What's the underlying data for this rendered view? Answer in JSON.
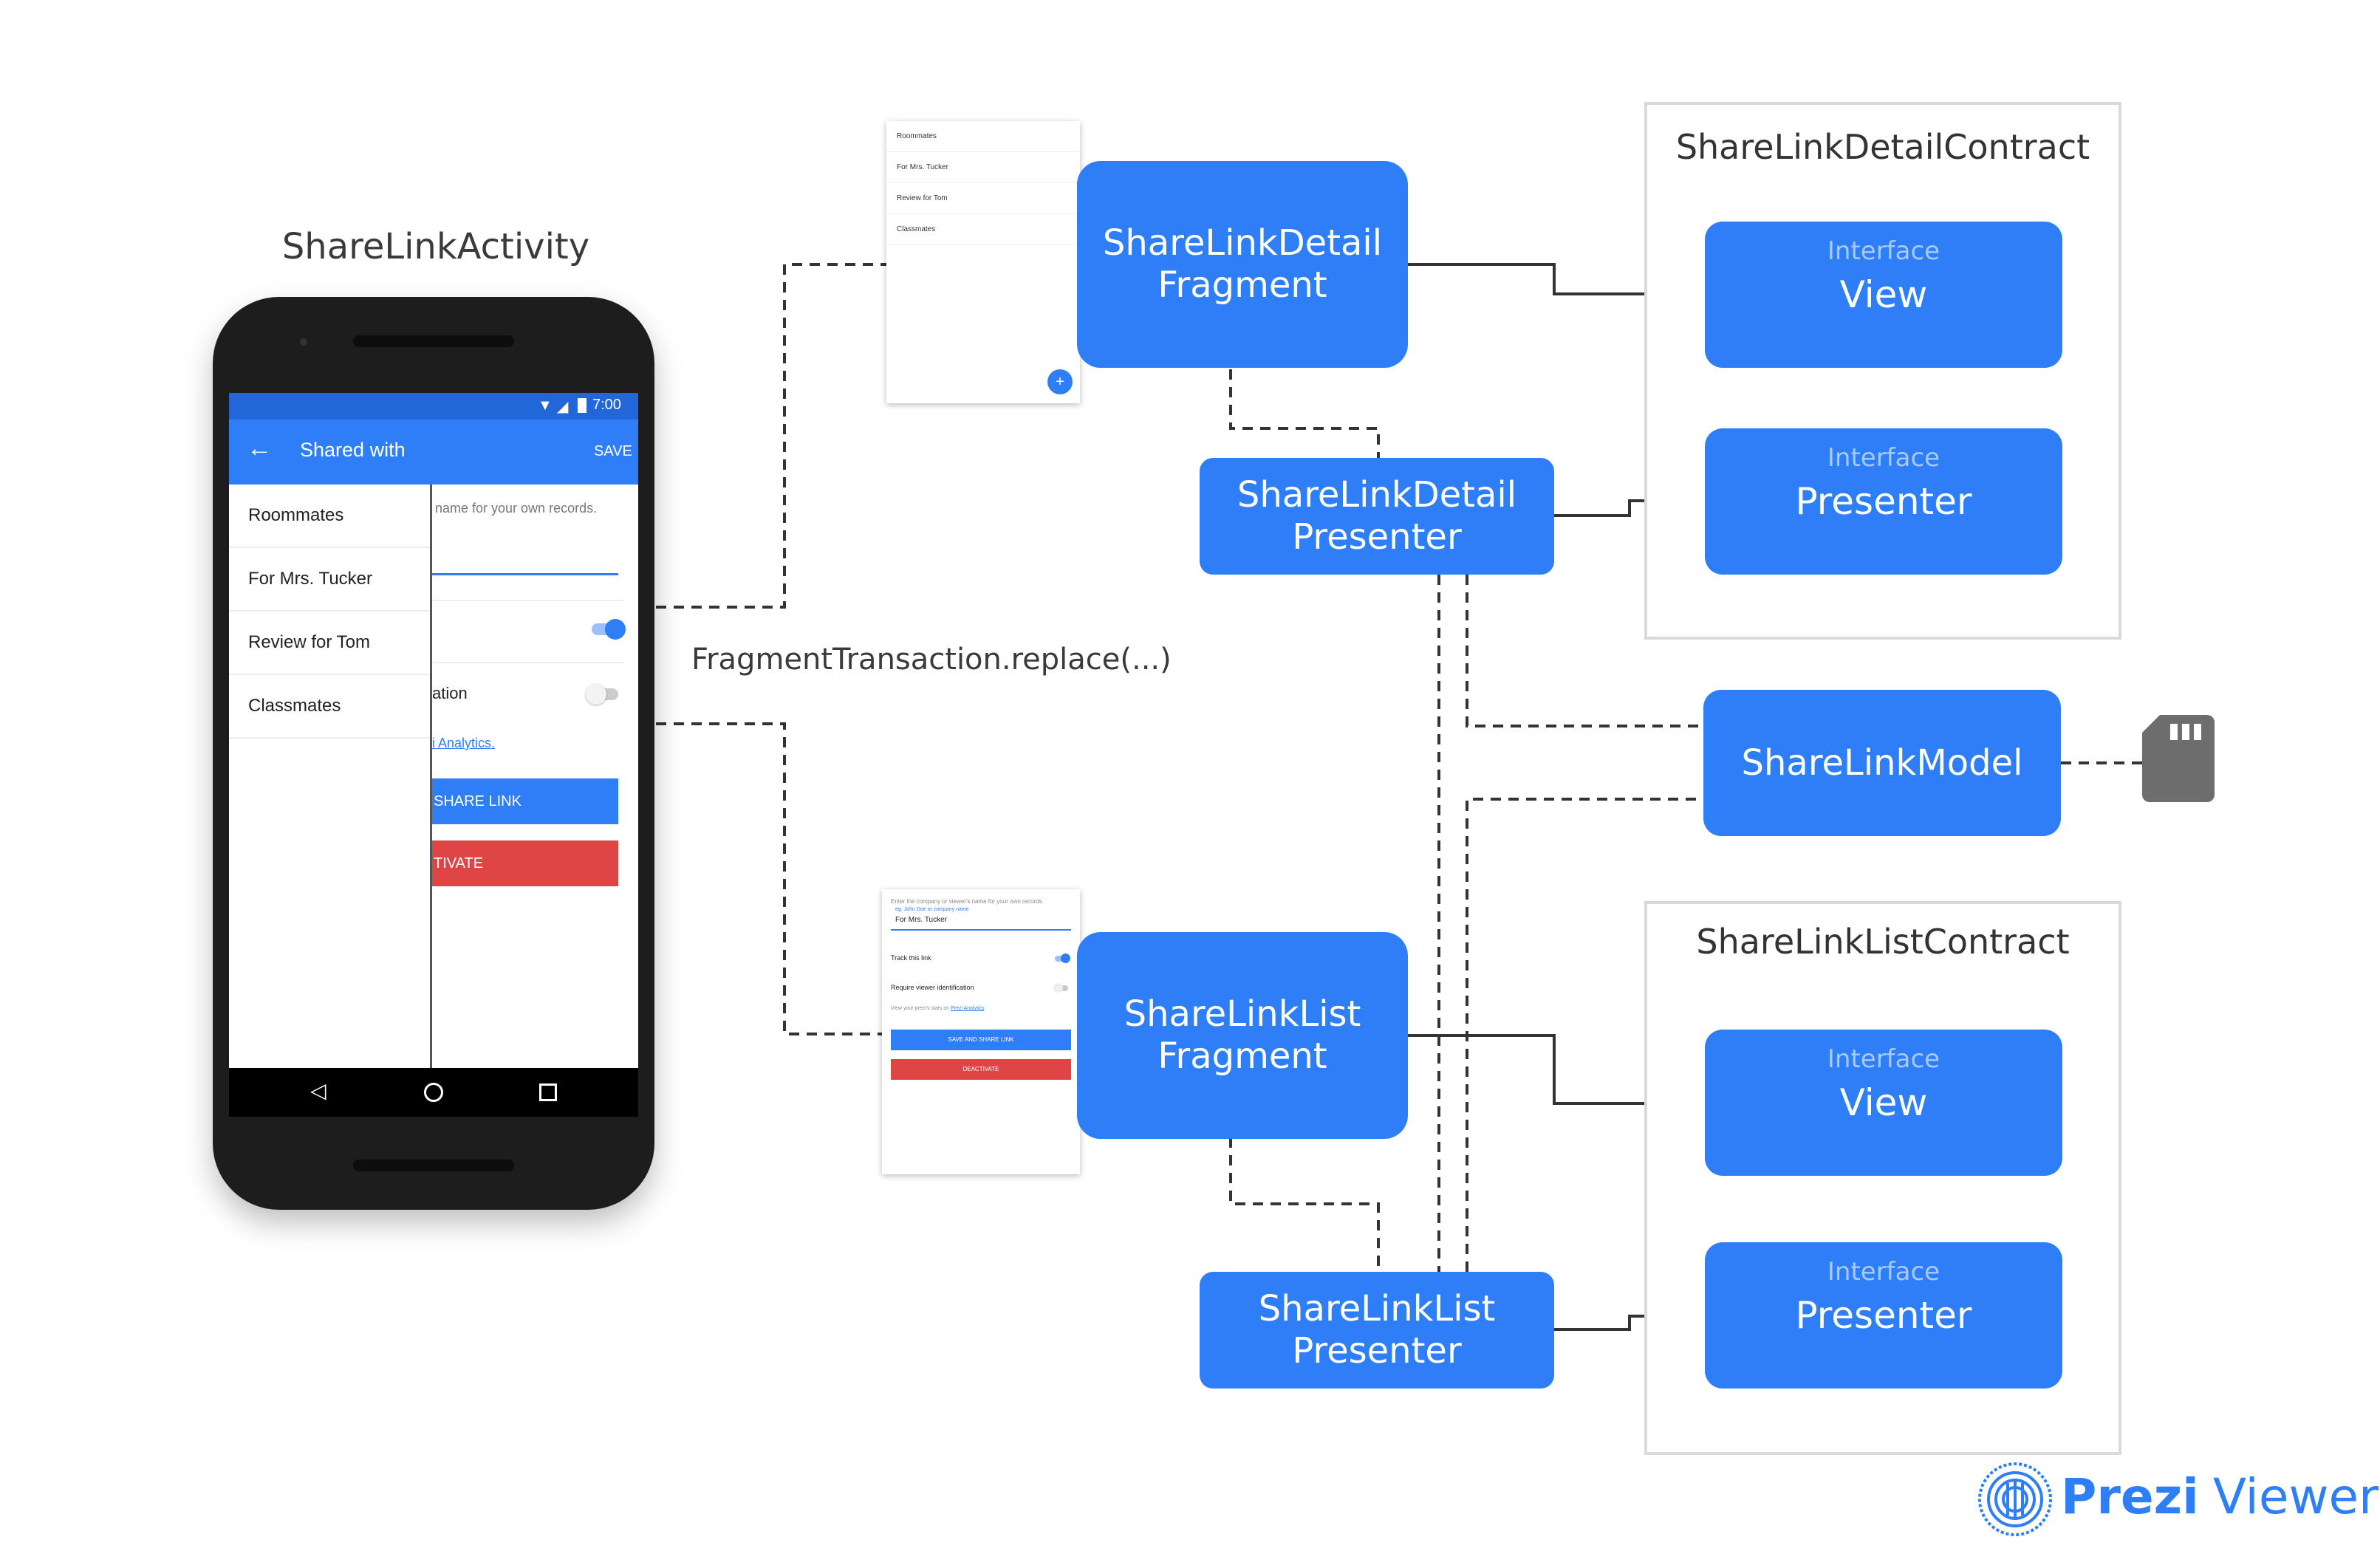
{
  "activity_label": "ShareLinkActivity",
  "transaction_label": "FragmentTransaction.replace(...)",
  "phone": {
    "status_time": "7:00",
    "appbar_title": "Shared with",
    "appbar_action": "SAVE",
    "drawer_items": [
      "Roommates",
      "For Mrs. Tucker",
      "Review for Tom",
      "Classmates"
    ],
    "bg_hint": "name for your own records.",
    "bg_ation": "ation",
    "bg_link": "i Analytics.",
    "bg_share_button": "SHARE LINK",
    "bg_deactivate_button": "TIVATE"
  },
  "mini_detail": {
    "items": [
      "Roommates",
      "For Mrs. Tucker",
      "Review for Tom",
      "Classmates"
    ],
    "fab": "+"
  },
  "mini_list": {
    "hint": "Enter the company or viewer's name for your own records.",
    "placeholder": "eg. John Doe or company name",
    "value": "For Mrs. Tucker",
    "track_label": "Track this link",
    "require_label": "Require viewer identification",
    "stats_text": "View your prezi's stats on ",
    "stats_link": "Prezi Analytics",
    "save_button": "SAVE AND SHARE LINK",
    "deactivate_button": "DEACTIVATE"
  },
  "boxes": {
    "detail_fragment": [
      "ShareLinkDetail",
      "Fragment"
    ],
    "detail_presenter": [
      "ShareLinkDetail",
      "Presenter"
    ],
    "list_fragment": [
      "ShareLinkList",
      "Fragment"
    ],
    "list_presenter": [
      "ShareLinkList",
      "Presenter"
    ],
    "model": "ShareLinkModel"
  },
  "contracts": {
    "detail": {
      "title": "ShareLinkDetailContract",
      "view": {
        "kind": "Interface",
        "name": "View"
      },
      "presenter": {
        "kind": "Interface",
        "name": "Presenter"
      }
    },
    "list": {
      "title": "ShareLinkListContract",
      "view": {
        "kind": "Interface",
        "name": "View"
      },
      "presenter": {
        "kind": "Interface",
        "name": "Presenter"
      }
    }
  },
  "brand": {
    "name": "Prezi",
    "suffix": "Viewer"
  },
  "colors": {
    "accent": "#2e7ef7",
    "danger": "#e04545",
    "sd_card": "#6d6d6d"
  },
  "icons": [
    "arrow-back-icon",
    "wifi-icon",
    "signal-icon",
    "battery-icon",
    "sd-card-icon",
    "prezi-logo-icon"
  ]
}
